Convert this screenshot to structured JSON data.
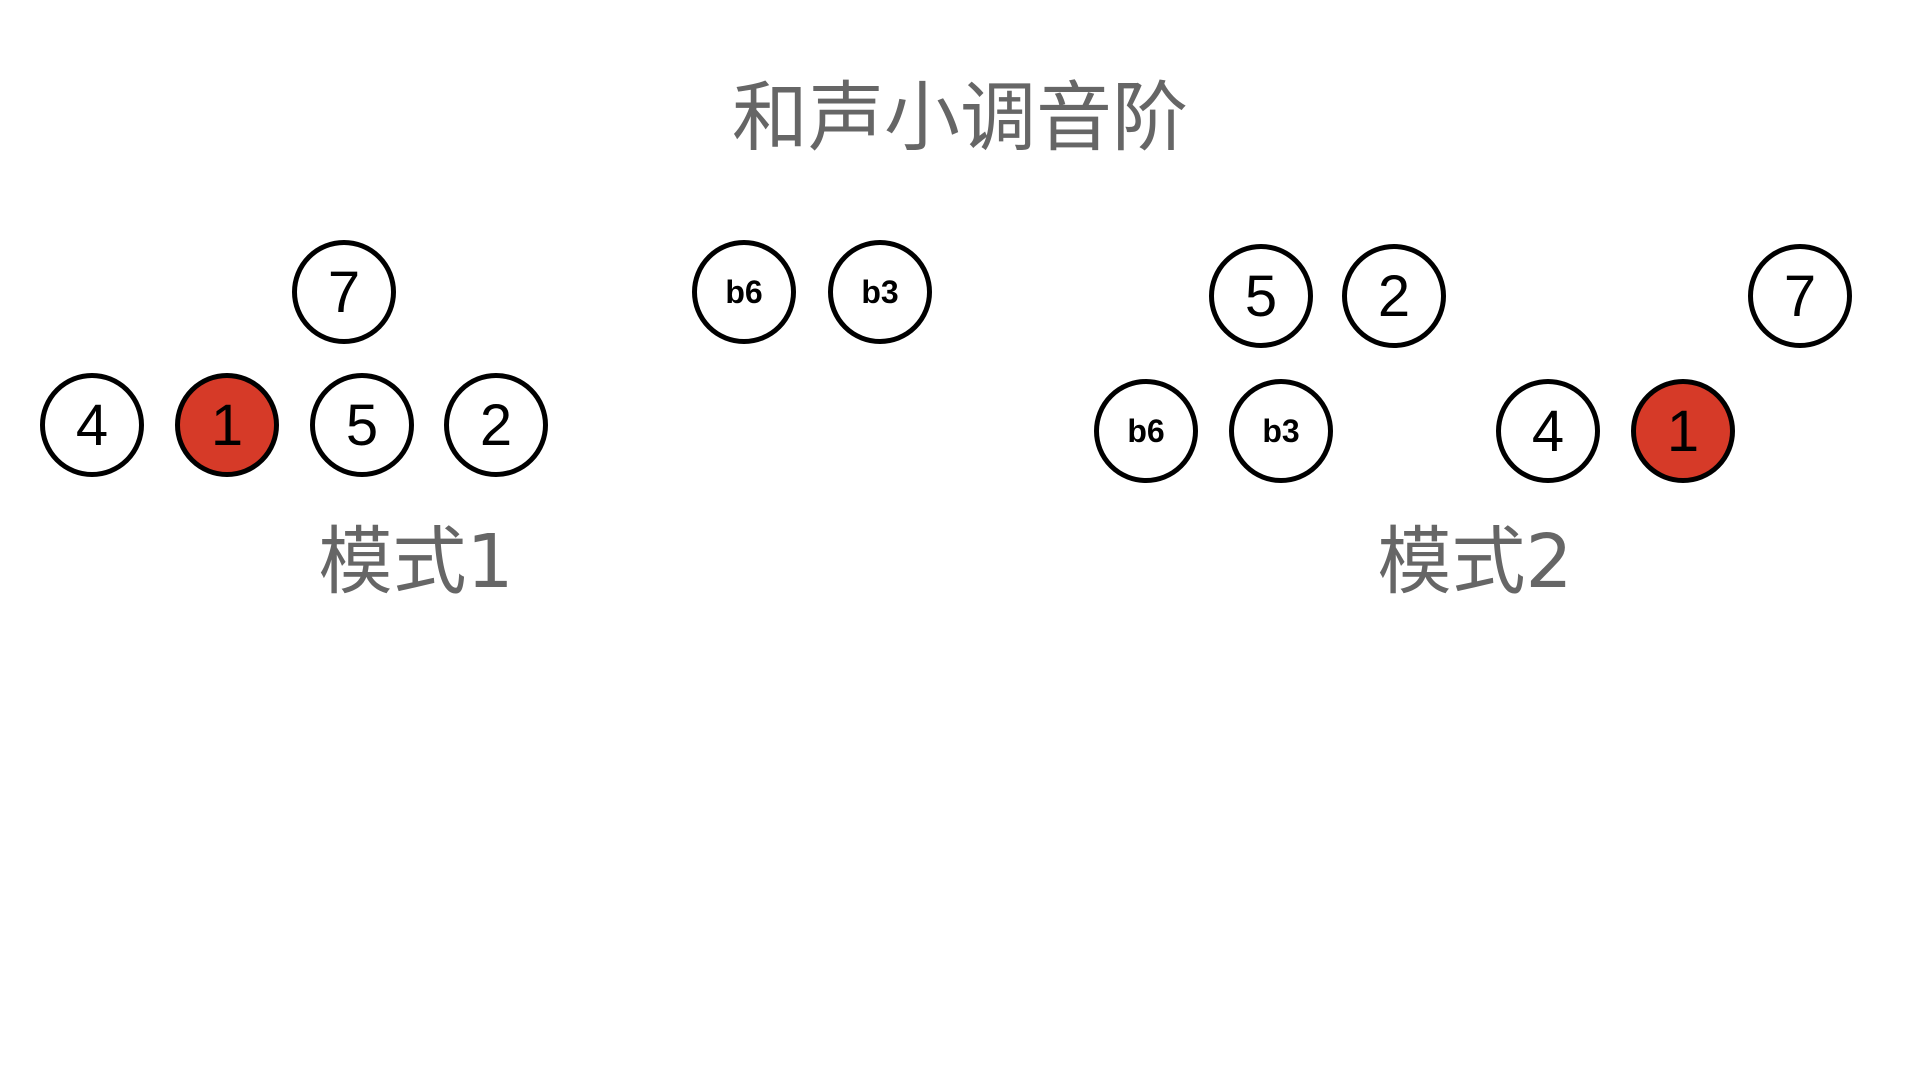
{
  "title": "和声小调音阶",
  "patterns": [
    {
      "label": "模式1",
      "notes": [
        "7",
        "b6",
        "b3",
        "4",
        "1",
        "5",
        "2"
      ]
    },
    {
      "label": "模式2",
      "notes": [
        "5",
        "2",
        "7",
        "b6",
        "b3",
        "4",
        "1"
      ]
    }
  ],
  "colors": {
    "root_fill": "#d63a28",
    "circle_stroke": "#000000",
    "label_text": "#666666"
  }
}
